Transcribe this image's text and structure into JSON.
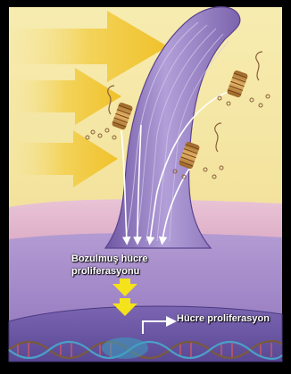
{
  "labels": {
    "impaired_line1": "Bozulmuş hücre",
    "impaired_line2": "proliferasyonu",
    "proliferation": "Hücre proliferasyon"
  },
  "colors": {
    "frame": "#000000",
    "light_background": "#f6e9a6",
    "light_arrows": "#f1c93a",
    "cilium": "#8a6fb8",
    "cilium_highlight": "#b9a6dd",
    "cell_top_membrane": "#e6bcd0",
    "cytoplasm": "#9f86c4",
    "nucleus": "#6e5aa8",
    "signal_arrows": "#f4e21a",
    "channel": "#c88a3c",
    "dna_strand_a": "#7a5a3a",
    "dna_strand_b": "#4aa0c8"
  },
  "icons": {
    "light_arrow": "arrow-right-icon",
    "signal_arrow": "arrow-down-icon",
    "channel": "coil-channel-icon",
    "dna": "dna-helix-icon"
  }
}
